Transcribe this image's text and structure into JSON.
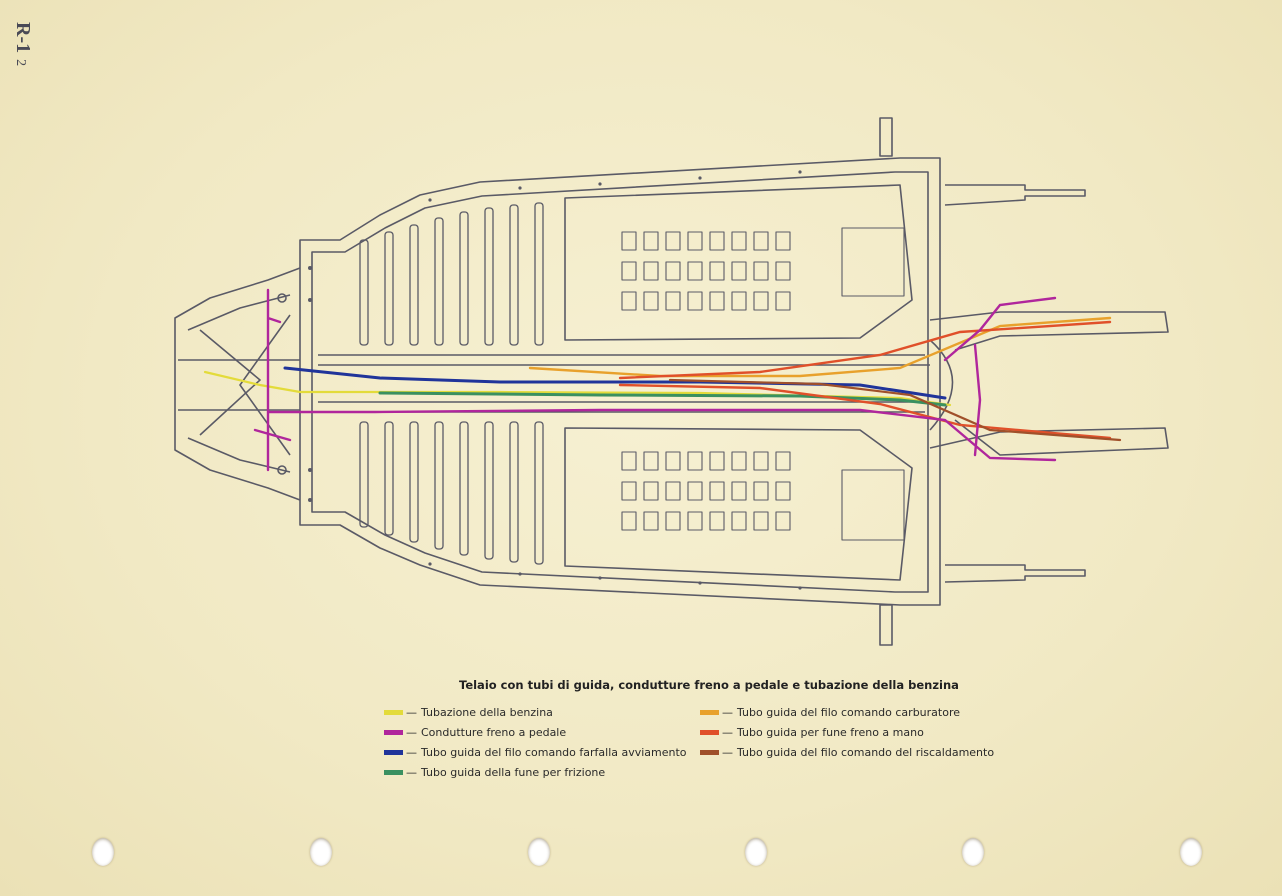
{
  "page_code": {
    "main": "R-1",
    "sub": "2"
  },
  "caption": "Telaio con tubi di guida, condutture freno a pedale e tubazione della benzina",
  "legend": {
    "left": [
      {
        "color": "#e3db3a",
        "label": "Tubazione della benzina"
      },
      {
        "color": "#b0269c",
        "label": "Condutture freno a pedale"
      },
      {
        "color": "#20349a",
        "label": "Tubo guida del filo comando farfalla avviamento"
      },
      {
        "color": "#3a9060",
        "label": "Tubo guida della fune per frizione"
      }
    ],
    "right": [
      {
        "color": "#e8a12c",
        "label": "Tubo guida del filo comando carburatore"
      },
      {
        "color": "#e0502a",
        "label": "Tubo guida per fune freno a mano"
      },
      {
        "color": "#a0502a",
        "label": "Tubo guida del filo comando del riscaldamento"
      }
    ]
  },
  "line_colors": {
    "frame": "#5a5a66",
    "fuel": "#e3db3a",
    "brake": "#b0269c",
    "throttle": "#20349a",
    "clutch": "#3a9060",
    "carburetor": "#e8a12c",
    "handbrake": "#e0502a",
    "heating": "#a0502a"
  }
}
